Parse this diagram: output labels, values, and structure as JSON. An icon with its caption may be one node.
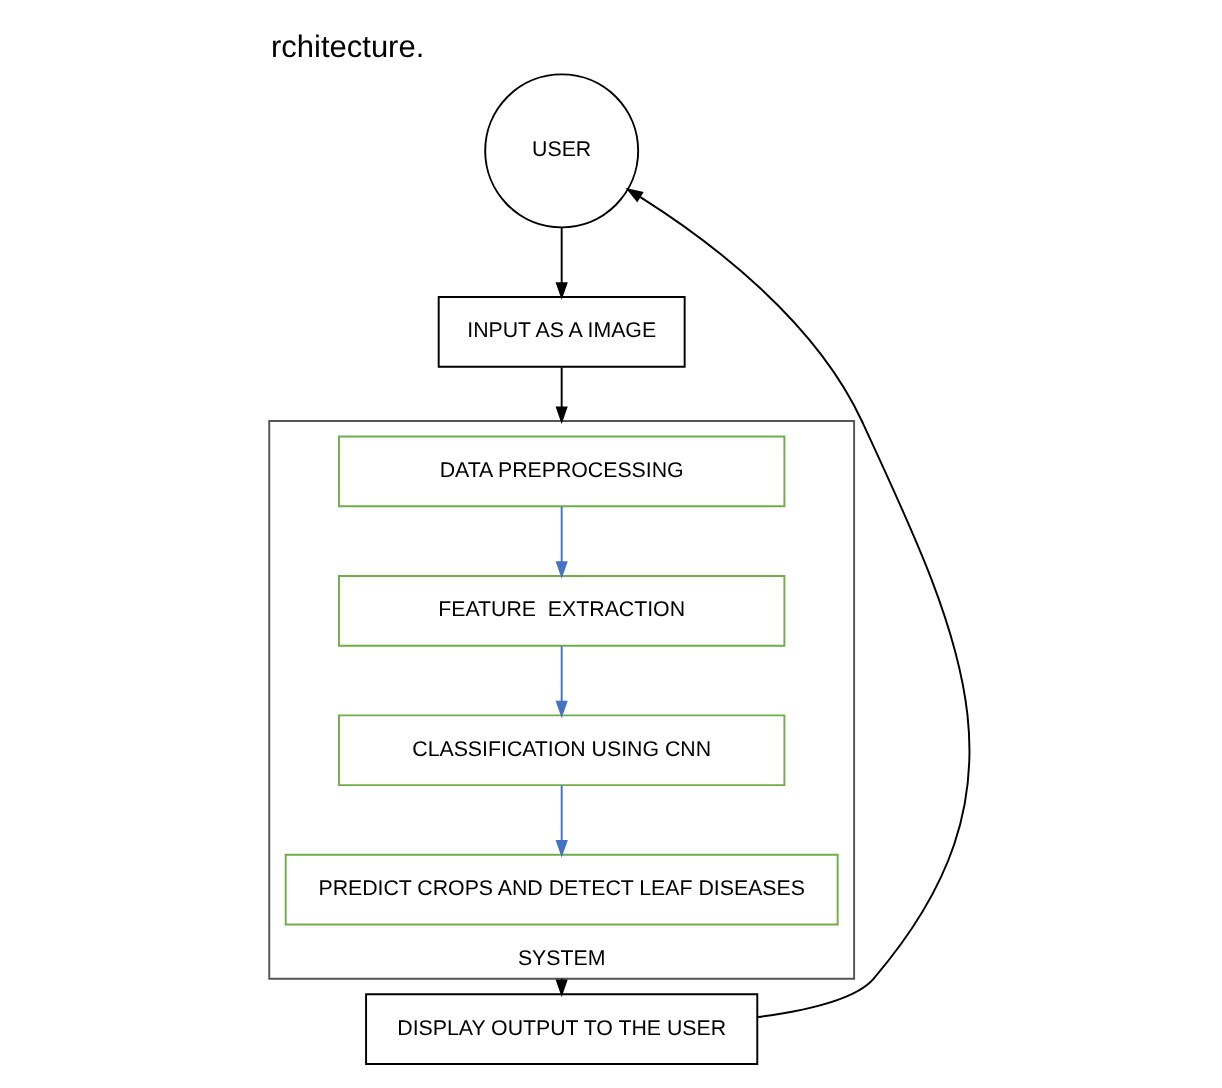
{
  "diagram": {
    "title": "rchitecture.",
    "nodes": [
      {
        "text": [
          "USER"
        ]
      },
      {
        "text": [
          "INPUT AS A IMAGE"
        ]
      },
      {
        "text": [
          "SYSTEM"
        ]
      },
      {
        "text": [
          "DATA PREPROCESSING"
        ],
        "in": 2
      },
      {
        "text": [
          "FEATURE  EXTRACTION"
        ],
        "in": 2
      },
      {
        "text": [
          "CLASSIFICATION USING CNN"
        ],
        "in": 2
      },
      {
        "text": [
          "PREDICT CROPS AND DETECT LEAF DISEASES"
        ],
        "in": 2
      },
      {
        "text": [
          "DISPLAY OUTPUT TO THE USER"
        ]
      }
    ],
    "edges": [
      {
        "from": 0,
        "to": 1,
        "arrow": "to"
      },
      {
        "from": 1,
        "to": 2,
        "arrow": "to"
      },
      {
        "from": 3,
        "to": 4,
        "arrow": "to",
        "color": "#4472c4"
      },
      {
        "from": 4,
        "to": 5,
        "arrow": "to",
        "color": "#4472c4"
      },
      {
        "from": 5,
        "to": 6,
        "arrow": "to",
        "color": "#4472c4"
      },
      {
        "from": 2,
        "to": 7,
        "arrow": "to"
      },
      {
        "from": 7,
        "to": 0,
        "arrow": "to"
      }
    ]
  }
}
